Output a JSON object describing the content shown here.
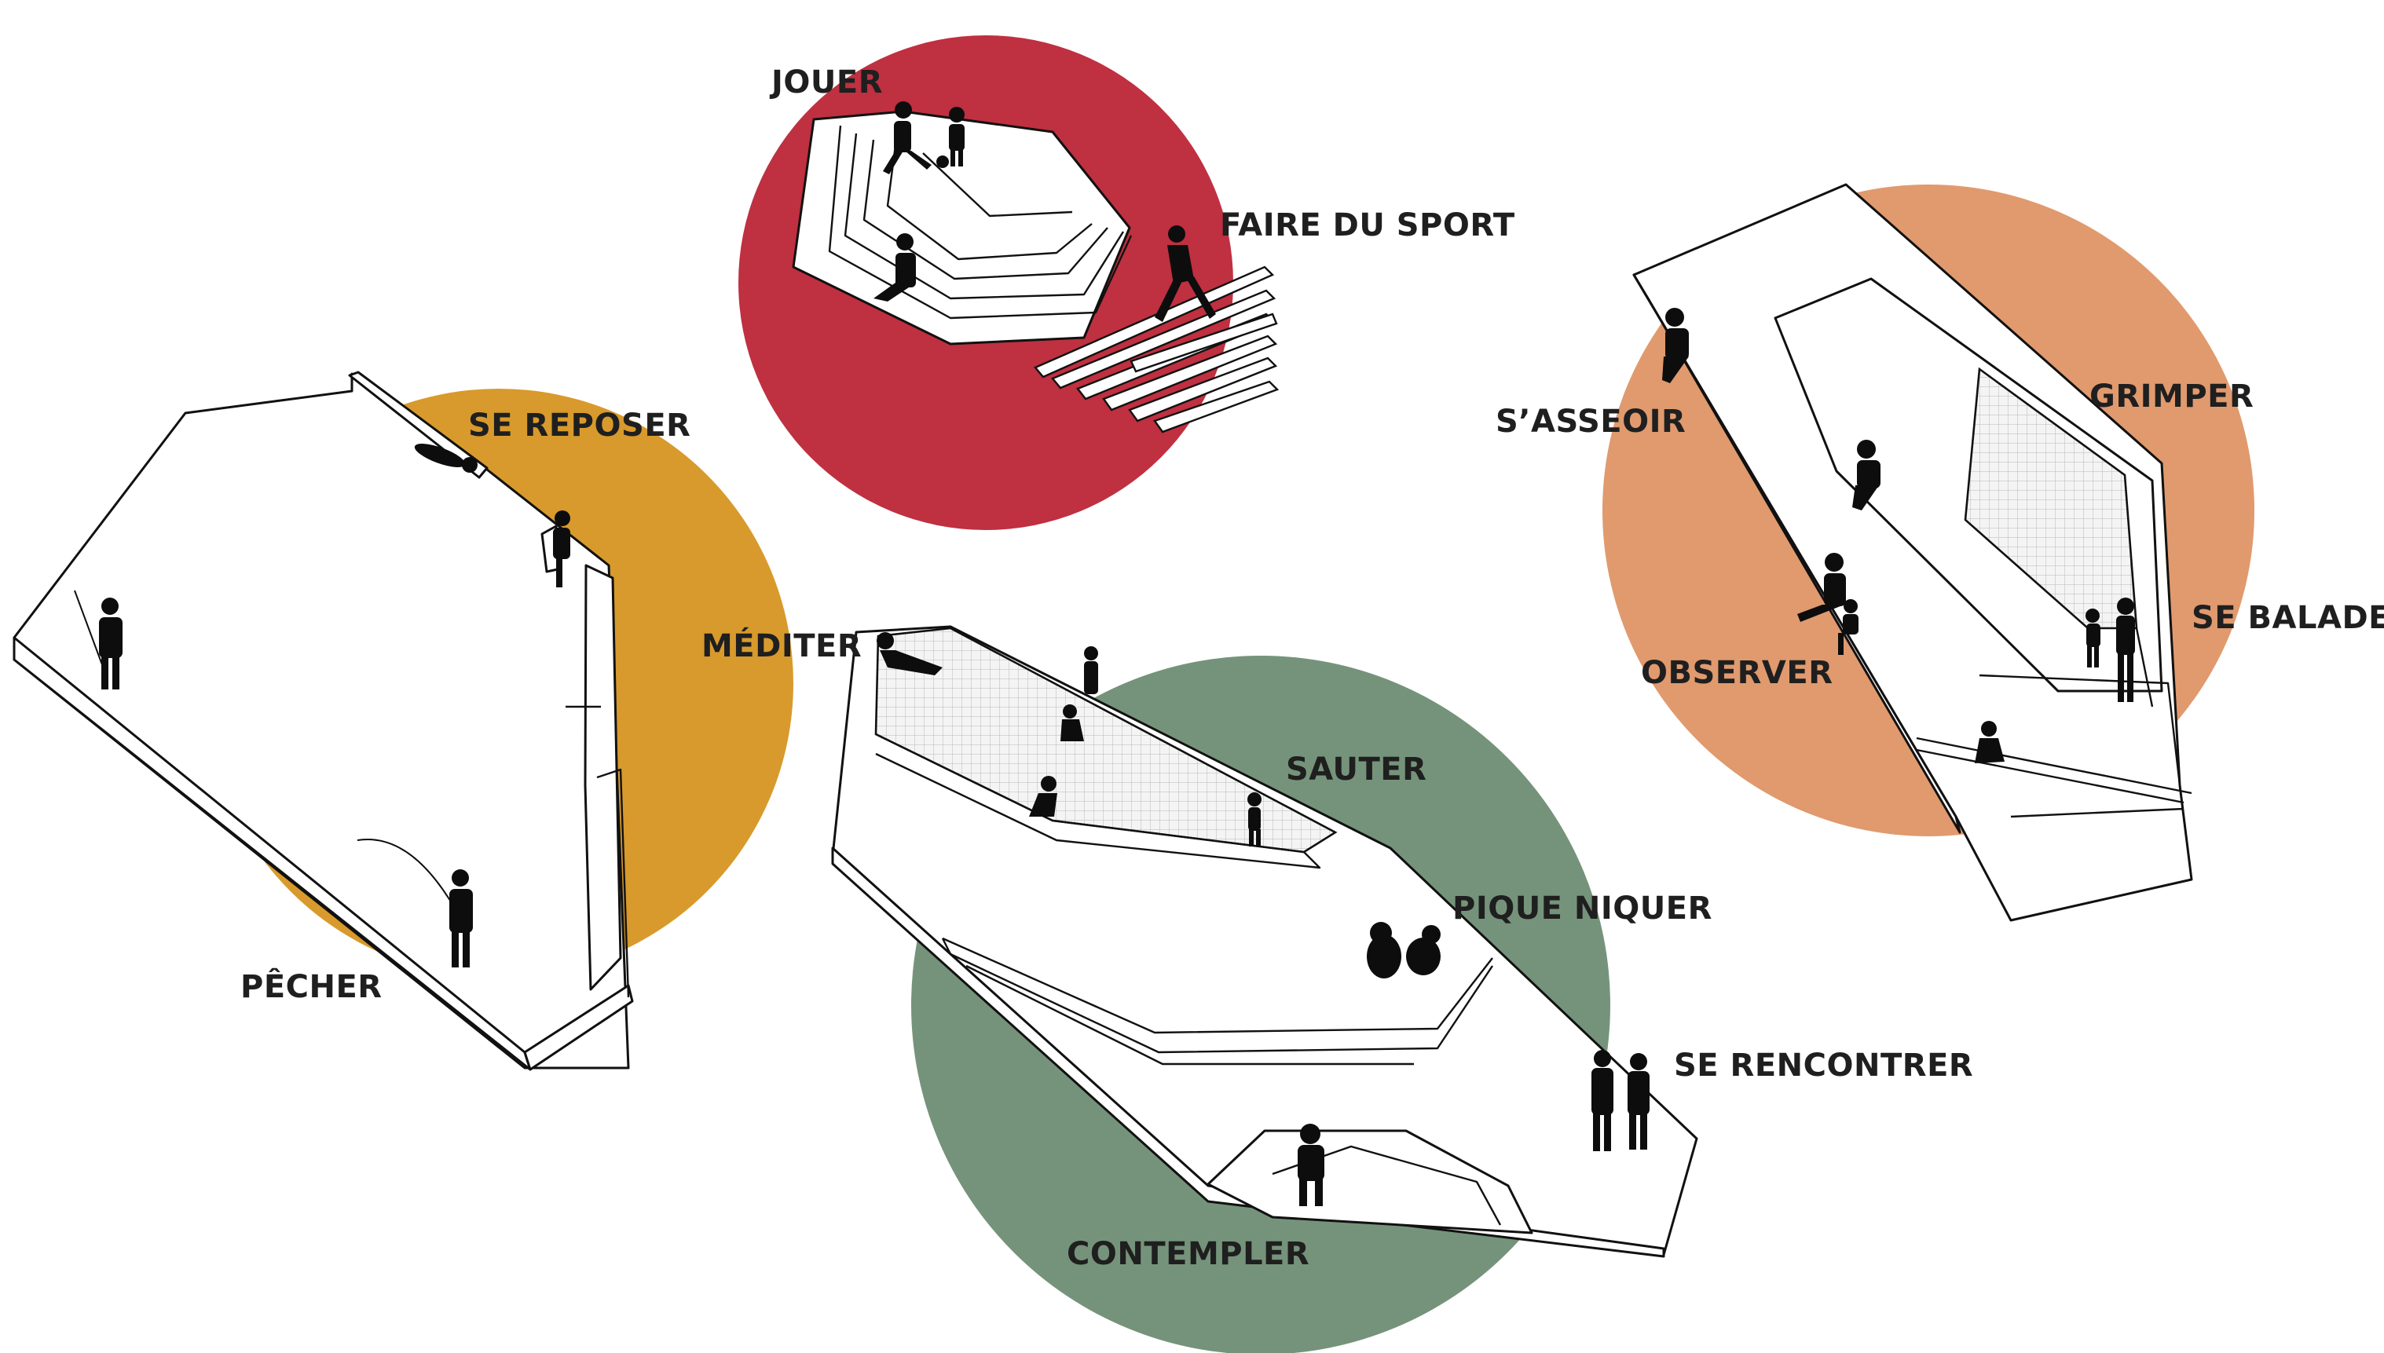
{
  "zones": [
    {
      "id": "fishing",
      "color": "#d89a2c",
      "labels": [
        "SE REPOSER",
        "PÊCHER"
      ]
    },
    {
      "id": "play",
      "color": "#bf3040",
      "labels": [
        "JOUER",
        "FAIRE DU SPORT"
      ]
    },
    {
      "id": "garden",
      "color": "#75937a",
      "labels": [
        "MÉDITER",
        "SAUTER",
        "PIQUE NIQUER",
        "SE RENCONTRER",
        "CONTEMPLER"
      ]
    },
    {
      "id": "promenade",
      "color": "#e09a6e",
      "labels": [
        "GRIMPER",
        "S’ASSEOIR",
        "SE BALADER",
        "OBSERVER"
      ]
    }
  ]
}
